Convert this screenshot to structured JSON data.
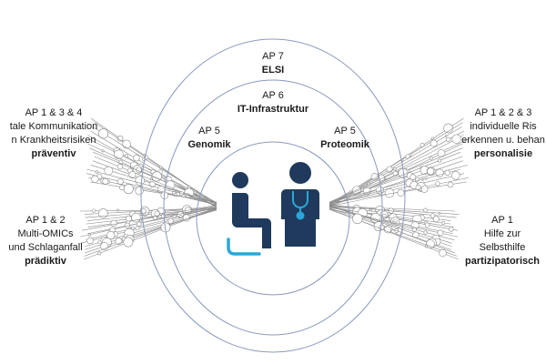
{
  "rings": [
    {
      "code": "AP 7",
      "name": "ELSI"
    },
    {
      "code": "AP 6",
      "name": "IT-Infrastruktur"
    },
    {
      "code": "AP 5",
      "name": "Genomik"
    },
    {
      "code": "AP 5",
      "name": "Proteomik"
    }
  ],
  "left_top": {
    "code": "AP 1 & 3 & 4",
    "line1": "tale Kommunikation",
    "line2": "n Krankheitsrisiken",
    "keyword": "präventiv"
  },
  "left_bottom": {
    "code": "AP 1 & 2",
    "line1": "Multi-OMICs",
    "line2": "und Schlaganfall",
    "keyword": "prädiktiv"
  },
  "right_top": {
    "code": "AP 1 & 2 & 3",
    "line1": "individuelle Ris",
    "line2": "erkennen u. behan",
    "keyword": "personalisie"
  },
  "right_bottom": {
    "code": "AP 1",
    "line1": "Hilfe zur",
    "line2": "Selbsthilfe",
    "keyword": "partizipatorisch"
  },
  "colors": {
    "ring": "#8a9bbf",
    "figure": "#1f3a5c",
    "accent": "#2aa7d9",
    "fan": "#8c8c8c"
  }
}
